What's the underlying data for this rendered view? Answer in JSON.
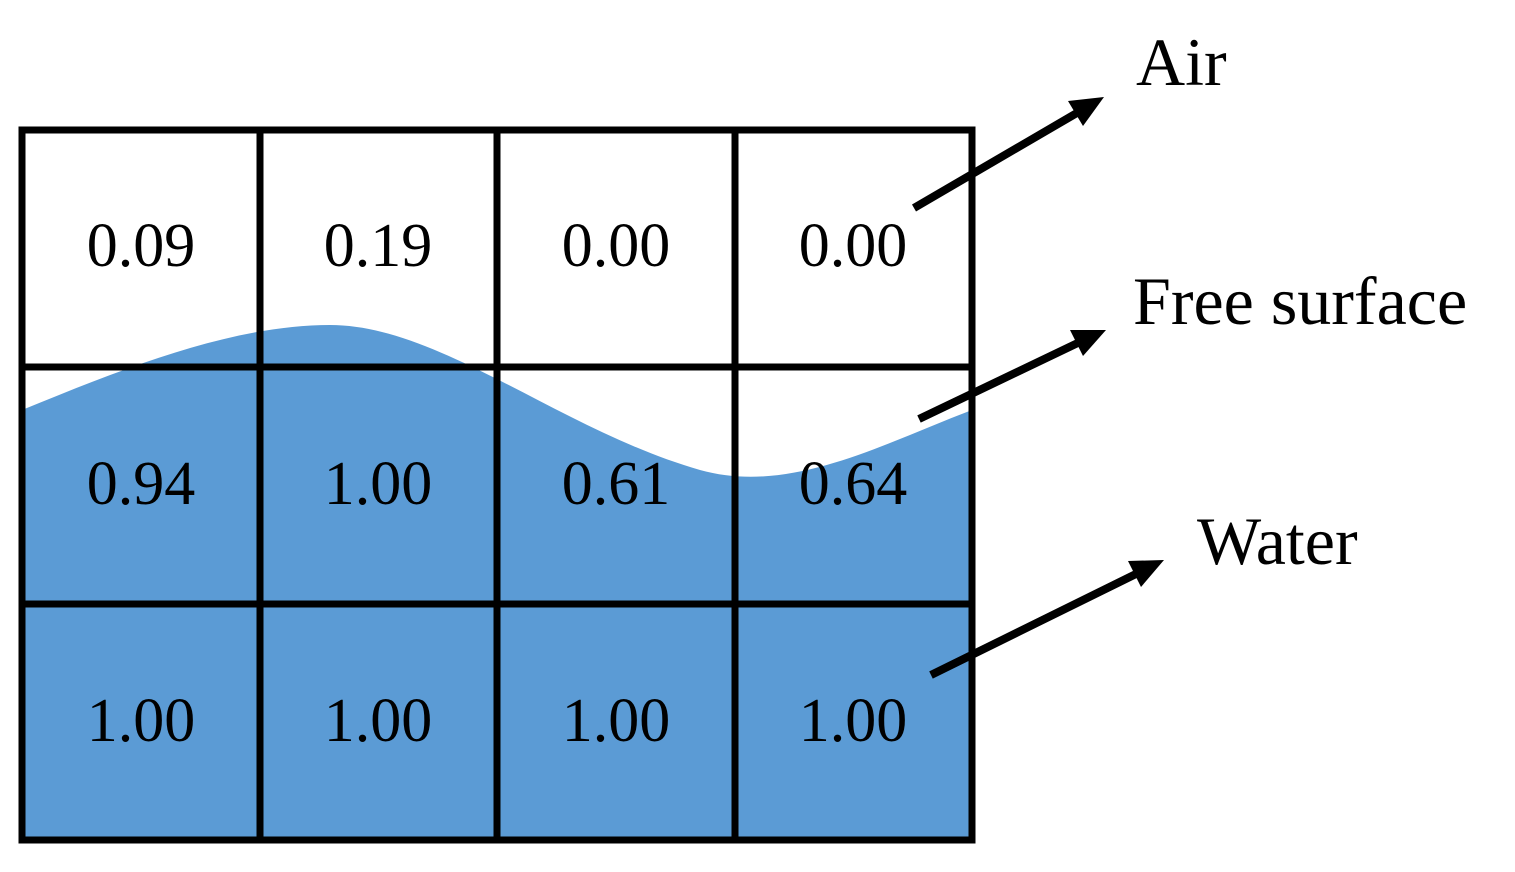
{
  "grid": {
    "rows": [
      [
        "0.09",
        "0.19",
        "0.00",
        "0.00"
      ],
      [
        "0.94",
        "1.00",
        "0.61",
        "0.64"
      ],
      [
        "1.00",
        "1.00",
        "1.00",
        "1.00"
      ]
    ]
  },
  "labels": {
    "air": "Air",
    "free_surface": "Free surface",
    "water": "Water"
  },
  "colors": {
    "water": "#5b9bd5",
    "grid_lines": "#000000",
    "text": "#000000",
    "background": "#ffffff"
  }
}
